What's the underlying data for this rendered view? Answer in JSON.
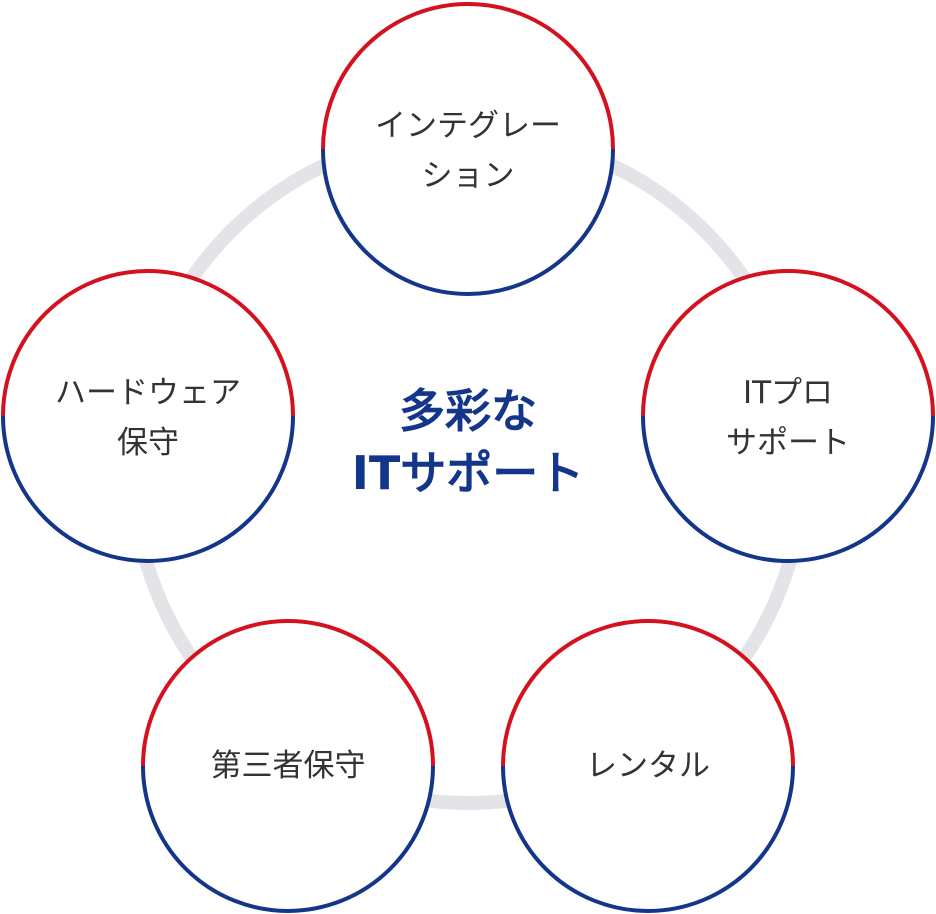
{
  "center": {
    "line1": "多彩な",
    "line2": "ITサポート"
  },
  "nodes": [
    {
      "id": "integration",
      "line1": "インテグレー",
      "line2": "ション"
    },
    {
      "id": "it-pro-support",
      "line1": "ITプロ",
      "line2": "サポート"
    },
    {
      "id": "rental",
      "line1": "レンタル",
      "line2": ""
    },
    {
      "id": "third-party-maintenance",
      "line1": "第三者保守",
      "line2": ""
    },
    {
      "id": "hardware-maintenance",
      "line1": "ハードウェア",
      "line2": "保守"
    }
  ],
  "colors": {
    "ring_track": "#e3e4e8",
    "top_half": "#d4121f",
    "bottom_half": "#13358a",
    "center_text": "#13358a",
    "label_text": "#333333"
  }
}
